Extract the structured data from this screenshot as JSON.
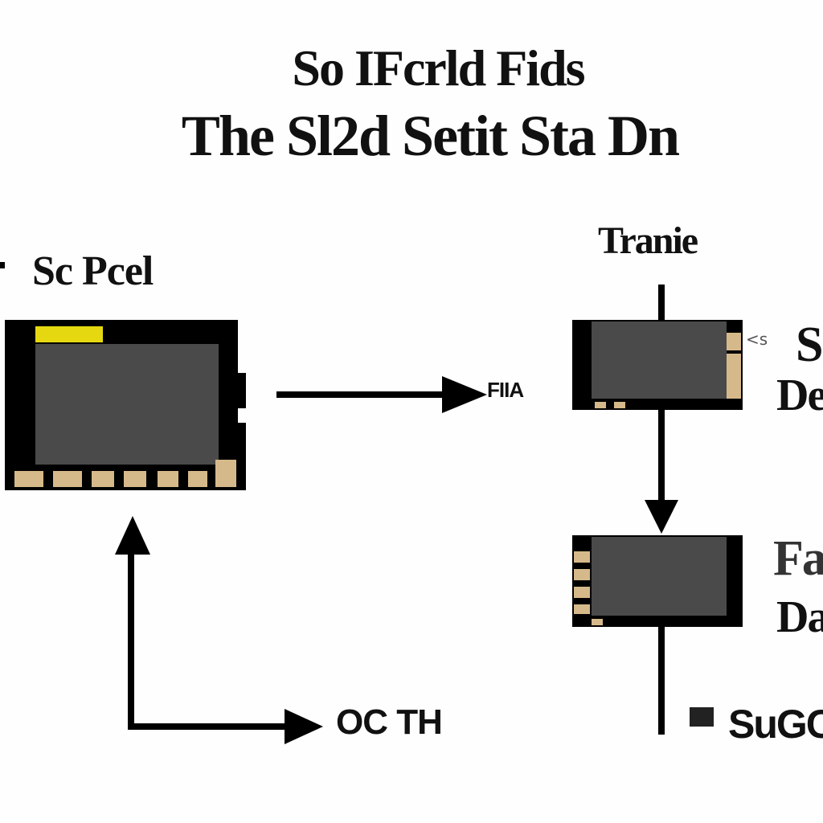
{
  "title": {
    "line1": "So  IFcrld  Fids",
    "line2": "The  Sl2d  Setit  Sta  Dn"
  },
  "labels": {
    "left_block": "Sc Pcel",
    "right_top": "Tranie",
    "arrow": "FIIA",
    "side_top_1": "S",
    "side_top_2": "De",
    "side_bottom_1": "Fa",
    "side_bottom_2": "Da",
    "bottom_left": "OC TH",
    "bottom_right": "SuGC",
    "tiny_note": "<s"
  },
  "colors": {
    "background": "#fefefe",
    "ink": "#000000",
    "panel": "#4a4a4a",
    "accent_yellow": "#e5d810",
    "contact_tan": "#d6b98a"
  }
}
